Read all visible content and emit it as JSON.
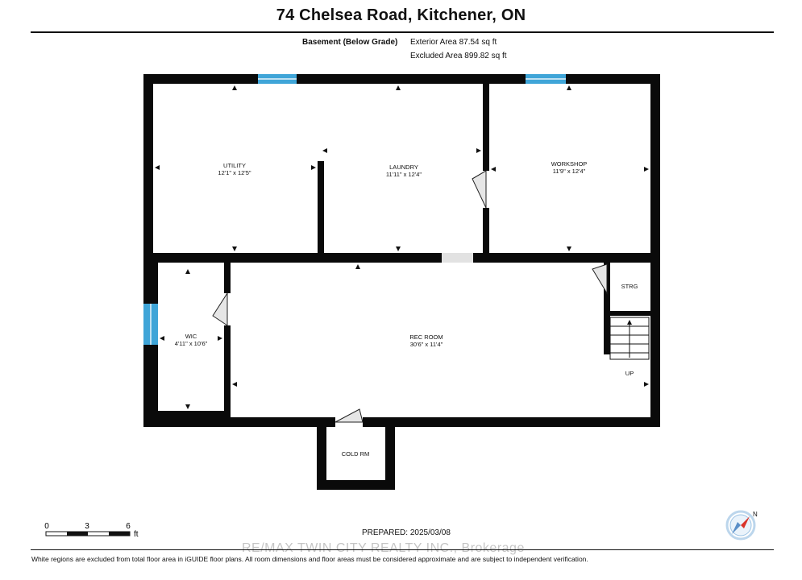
{
  "header": {
    "title": "74 Chelsea Road, Kitchener, ON",
    "level_name": "Basement (Below Grade)",
    "exterior_area": "Exterior Area 87.54 sq ft",
    "excluded_area": "Excluded Area 899.82 sq ft"
  },
  "rooms": {
    "utility": {
      "name": "UTILITY",
      "dims": "12'1\" x 12'5\""
    },
    "laundry": {
      "name": "LAUNDRY",
      "dims": "11'11\" x 12'4\""
    },
    "workshop": {
      "name": "WORKSHOP",
      "dims": "11'9\" x 12'4\""
    },
    "wic": {
      "name": "WIC",
      "dims": "4'11\" x 10'6\""
    },
    "rec_room": {
      "name": "REC ROOM",
      "dims": "30'6\" x 11'4\""
    },
    "strg": {
      "name": "STRG"
    },
    "cold_rm": {
      "name": "COLD RM"
    }
  },
  "stairs_label": "UP",
  "scale": {
    "labels": [
      "0",
      "3",
      "6"
    ],
    "unit": "ft"
  },
  "compass": {
    "north_label": "N"
  },
  "footer": {
    "prepared": "PREPARED: 2025/03/08",
    "watermark": "RE/MAX TWIN CITY REALTY INC., Brokerage",
    "disclaimer": "White regions are excluded from total floor area in iGUIDE floor plans. All room dimensions and floor areas must be considered approximate and are subject to independent verification."
  },
  "colors": {
    "wall": "#0a0a0a",
    "window": "#3fa5d8",
    "door_gap": "#e2e2e2"
  }
}
